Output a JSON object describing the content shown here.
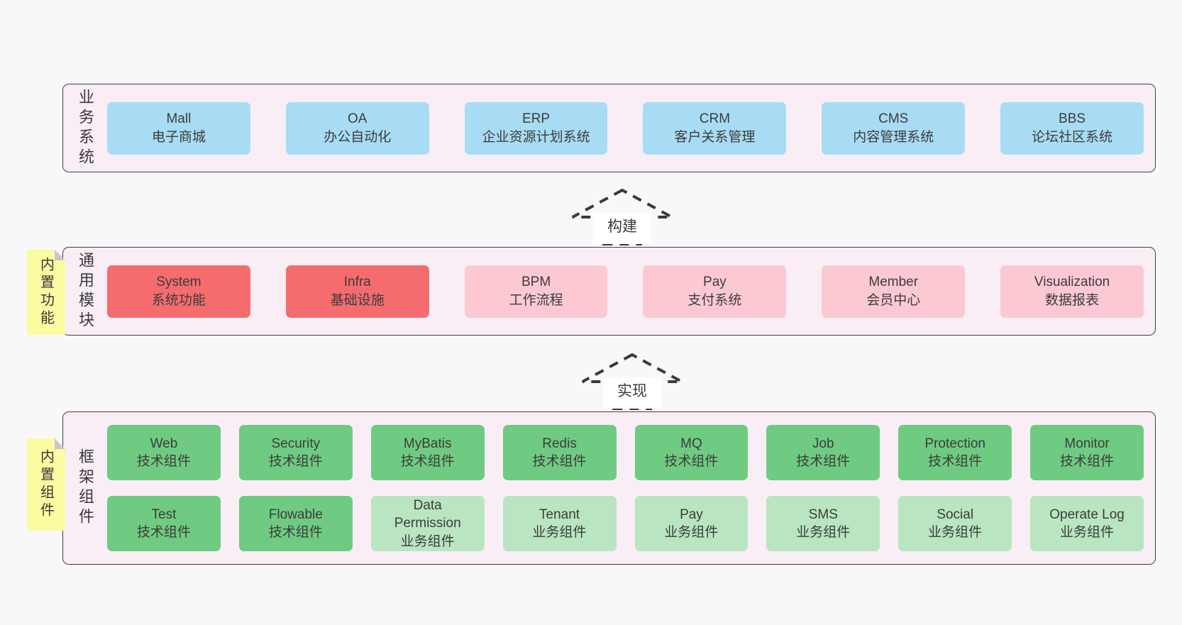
{
  "colors": {
    "page_bg": "#f8f8f8",
    "band_bg": "#f9eef6",
    "band_border": "#404040",
    "blue_box": "#a8dcf4",
    "red_box": "#f56c6f",
    "pink_box": "#fcc9d2",
    "green_box": "#6fcb81",
    "light_green_box": "#b9e5c1",
    "note_bg": "#fbfba1",
    "note_fold": "#c8c8c8",
    "text": "#3b3b3b",
    "arrow_stroke": "#3a3a3a"
  },
  "diagram": {
    "bands": [
      {
        "label": "业务系统",
        "boxes": [
          {
            "title": "Mall",
            "subtitle": "电子商城"
          },
          {
            "title": "OA",
            "subtitle": "办公自动化"
          },
          {
            "title": "ERP",
            "subtitle": "企业资源计划系统"
          },
          {
            "title": "CRM",
            "subtitle": "客户关系管理"
          },
          {
            "title": "CMS",
            "subtitle": "内容管理系统"
          },
          {
            "title": "BBS",
            "subtitle": "论坛社区系统"
          }
        ]
      },
      {
        "label": "通用模块",
        "note": "内置功能",
        "boxes": [
          {
            "title": "System",
            "subtitle": "系统功能"
          },
          {
            "title": "Infra",
            "subtitle": "基础设施"
          },
          {
            "title": "BPM",
            "subtitle": "工作流程"
          },
          {
            "title": "Pay",
            "subtitle": "支付系统"
          },
          {
            "title": "Member",
            "subtitle": "会员中心"
          },
          {
            "title": "Visualization",
            "subtitle": "数据报表"
          }
        ]
      },
      {
        "label": "框架组件",
        "note": "内置组件",
        "rows": [
          [
            {
              "title": "Web",
              "subtitle": "技术组件"
            },
            {
              "title": "Security",
              "subtitle": "技术组件"
            },
            {
              "title": "MyBatis",
              "subtitle": "技术组件"
            },
            {
              "title": "Redis",
              "subtitle": "技术组件"
            },
            {
              "title": "MQ",
              "subtitle": "技术组件"
            },
            {
              "title": "Job",
              "subtitle": "技术组件"
            },
            {
              "title": "Protection",
              "subtitle": "技术组件"
            },
            {
              "title": "Monitor",
              "subtitle": "技术组件"
            }
          ],
          [
            {
              "title": "Test",
              "subtitle": "技术组件"
            },
            {
              "title": "Flowable",
              "subtitle": "技术组件"
            },
            {
              "title": "Data Permission",
              "subtitle": "业务组件"
            },
            {
              "title": "Tenant",
              "subtitle": "业务组件"
            },
            {
              "title": "Pay",
              "subtitle": "业务组件"
            },
            {
              "title": "SMS",
              "subtitle": "业务组件"
            },
            {
              "title": "Social",
              "subtitle": "业务组件"
            },
            {
              "title": "Operate Log",
              "subtitle": "业务组件"
            }
          ]
        ]
      }
    ],
    "arrows": [
      {
        "label": "构建"
      },
      {
        "label": "实现"
      }
    ]
  }
}
